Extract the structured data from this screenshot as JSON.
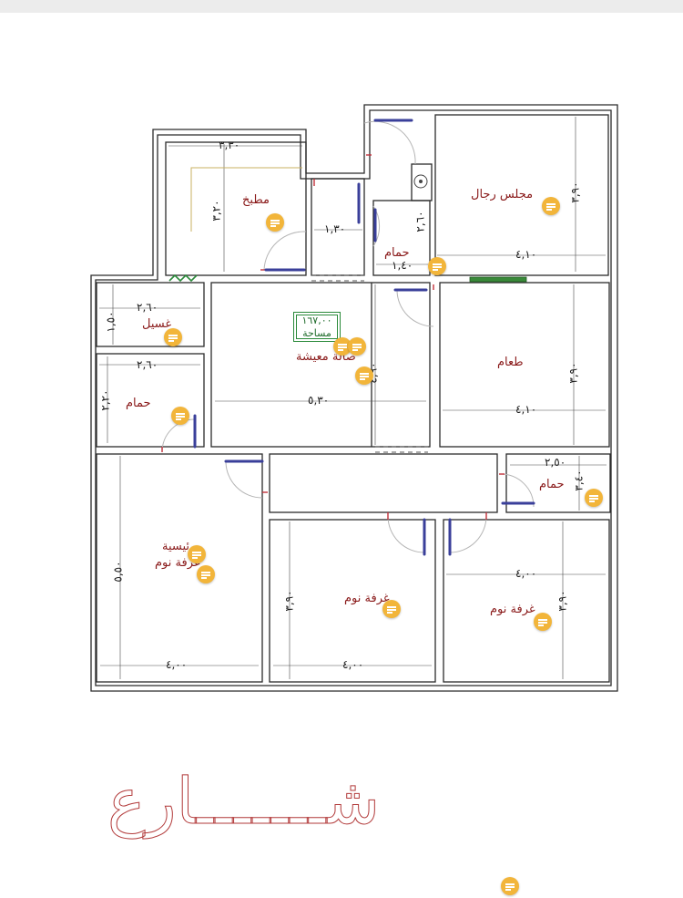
{
  "rooms": {
    "majlis": "مجلس رجال",
    "kitchen": "مطبخ",
    "bath_top": "حمام",
    "laundry": "غسيل",
    "bath_left": "حمام",
    "living": "صالة معيشة",
    "dining": "طعام",
    "bath_right": "حمام",
    "master_line1": "رئيسية",
    "master_line2": "غرفة نوم",
    "bedroom_mid": "غرفة نوم",
    "bedroom_right": "غرفة نوم"
  },
  "area": {
    "value": "١٦٧,٠٠",
    "label": "مساحة"
  },
  "dimensions": {
    "kitchen_w": "٣,٣٠",
    "kitchen_h": "٣,٢٠",
    "corridor_w": "١,٣٠",
    "bath_top_w": "١,٤٠",
    "bath_top_h": "٢,٦٠",
    "majlis_w": "٤,١٠",
    "majlis_h": "٣,٩٠",
    "laundry_w": "٢,٦٠",
    "laundry_h": "١,٥٠",
    "bath_left_w": "٢,٦٠",
    "bath_left_h": "٢,٢٠",
    "living_w": "٥,٣٠",
    "living_h": "٤,٩٠",
    "dining_w": "٤,١٠",
    "dining_h": "٣,٩٠",
    "bath_right_w": "٢,٥٠",
    "bath_right_h": "٣,٤٠",
    "master_w": "٤,٠٠",
    "master_h": "٥,٥٠",
    "bedroom_mid_w": "٤,٠٠",
    "bedroom_mid_h": "٣,٩٠",
    "bedroom_right_w": "٤,٠٠",
    "bedroom_right_h": "٣,٩٠"
  },
  "street_label": "شـــــــارع",
  "colors": {
    "wall": "#2b2b2b",
    "room_label": "#8a1a1a",
    "note_marker": "#f2b53a",
    "window": "#3a3f9a",
    "door": "#c2303a"
  },
  "icons": [
    "note-marker-icon",
    "door-swing-icon",
    "window-icon",
    "sink-icon",
    "radiator-icon"
  ]
}
